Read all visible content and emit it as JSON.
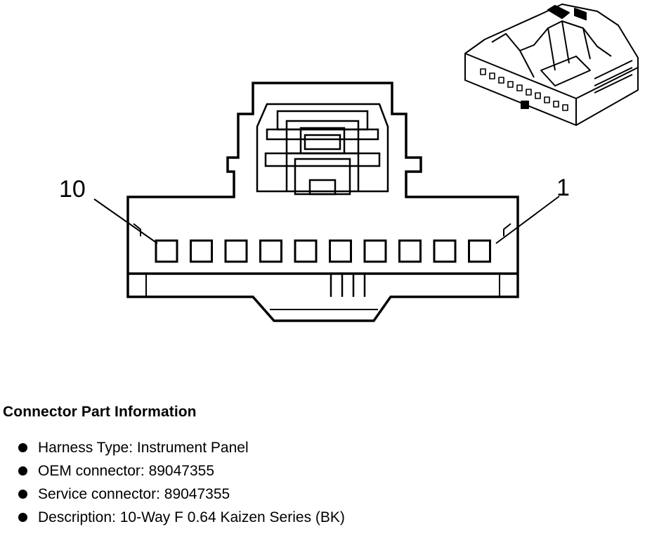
{
  "diagram": {
    "pin_label_left": "10",
    "pin_label_right": "1",
    "terminal_count": 10
  },
  "info": {
    "title": "Connector Part Information",
    "items": [
      {
        "label": "Harness Type",
        "value": "Instrument Panel"
      },
      {
        "label": "OEM connector",
        "value": "89047355"
      },
      {
        "label": "Service connector",
        "value": "89047355"
      },
      {
        "label": "Description",
        "value": "10-Way F 0.64 Kaizen Series (BK)"
      }
    ]
  }
}
